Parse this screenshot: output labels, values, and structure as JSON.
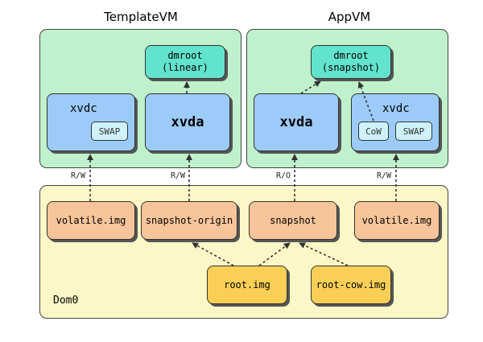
{
  "templatevm": {
    "title": "TemplateVM",
    "dmroot": "dmroot\n(linear)",
    "xvdc": "xvdc",
    "swap": "SWAP",
    "xvda": "xvda"
  },
  "appvm": {
    "title": "AppVM",
    "dmroot": "dmroot\n(snapshot)",
    "xvda": "xvda",
    "xvdc": "xvdc",
    "cow": "CoW",
    "swap": "SWAP"
  },
  "access": {
    "template_xvdc": "R/W",
    "template_xvda": "R/W",
    "appvm_xvda": "R/O",
    "appvm_xvdc": "R/W"
  },
  "dom0": {
    "label": "Dom0",
    "volatile_left": "volatile.img",
    "snapshot_origin": "snapshot-origin",
    "snapshot": "snapshot",
    "volatile_right": "volatile.img",
    "root": "root.img",
    "root_cow": "root-cow.img"
  },
  "colors": {
    "vm_background": "#bff2cc",
    "dom0_background": "#fbf7c6",
    "dmroot": "#62e3cd",
    "block_device": "#9ccbf9",
    "dom0_file": "#f8c49a",
    "base_image": "#fbcf55",
    "sub_device": "#cdf2f9"
  }
}
